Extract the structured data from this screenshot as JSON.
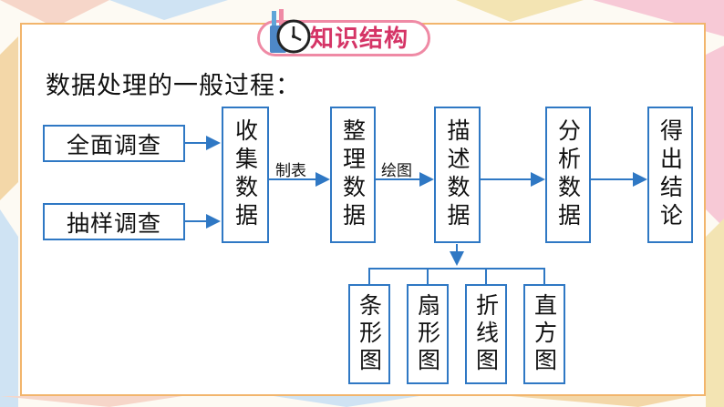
{
  "banner": {
    "title": "知识结构",
    "icon": "clock-icon"
  },
  "heading": "数据处理的一般过程：",
  "inputs": [
    "全面调查",
    "抽样调查"
  ],
  "steps": [
    "收集数据",
    "整理数据",
    "描述数据",
    "分析数据",
    "得出结论"
  ],
  "edge_labels": {
    "collect_to_organize": "制表",
    "organize_to_describe": "绘图"
  },
  "chart_types": [
    "条形图",
    "扇形图",
    "折线图",
    "直方图"
  ],
  "colors": {
    "box_border": "#2f78c4",
    "banner_text": "#d53466",
    "banner_border": "#ef8aa5",
    "frame_border": "#f2b56c"
  }
}
